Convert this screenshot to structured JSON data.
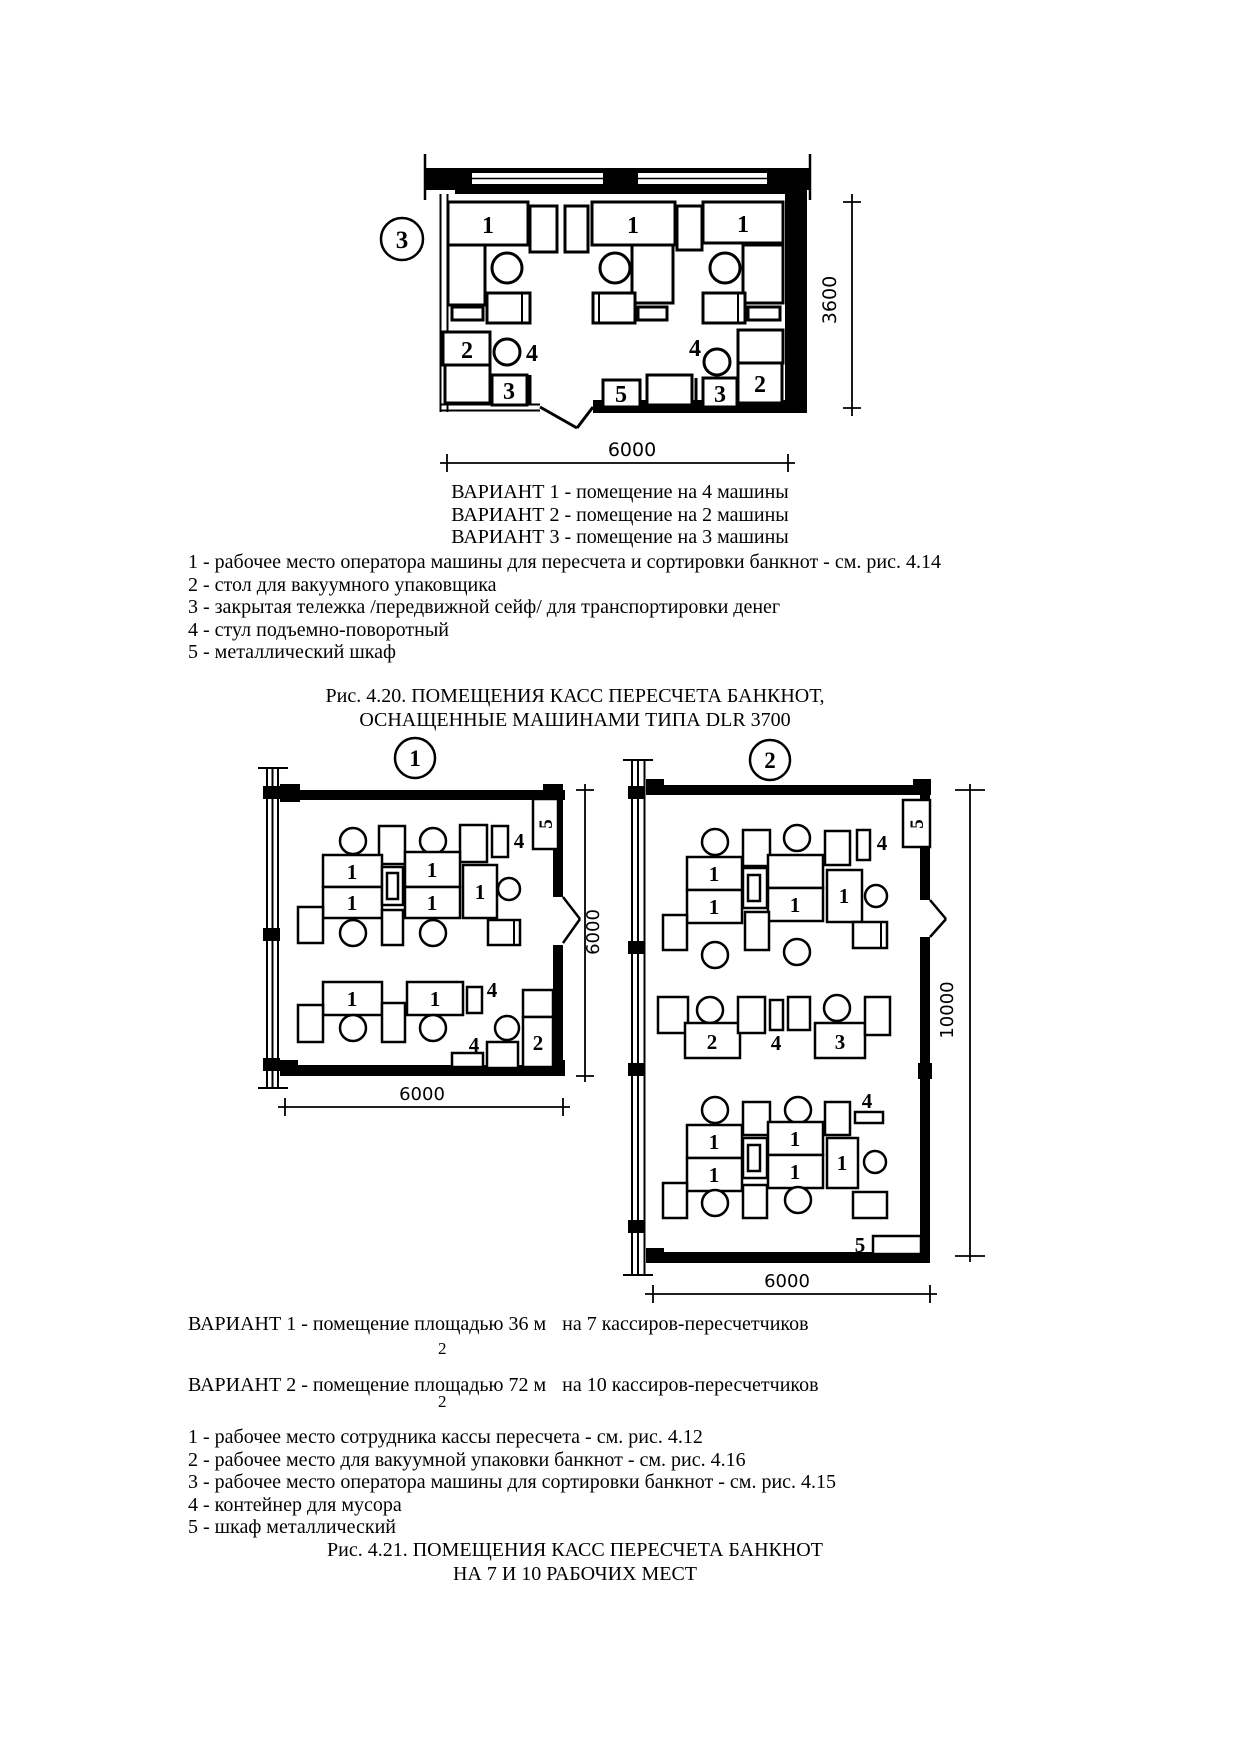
{
  "fig420": {
    "badge": "3",
    "dim_width": "6000",
    "dim_height": "3600",
    "variants": [
      "ВАРИАНТ 1 - помещение на 4 машины",
      "ВАРИАНТ 2 - помещение на 2 машины",
      "ВАРИАНТ 3 -  помещение на 3 машины"
    ],
    "legend": [
      "1 - рабочее место оператора машины для пересчета и сортировки банкнот - см. рис. 4.14",
      "2 - стол для вакуумного упаковщика",
      "3 - закрытая тележка /передвижной сейф/ для транспортировки денег",
      "4 - стул подъемно-поворотный",
      "5 - металлический шкаф"
    ],
    "caption": [
      "Рис. 4.20. ПОМЕЩЕНИЯ КАСС ПЕРЕСЧЕТА БАНКНОТ,",
      "ОСНАЩЕННЫЕ МАШИНАМИ ТИПА DLR 3700"
    ]
  },
  "fig421": {
    "badge1": "1",
    "badge2": "2",
    "plan1_dims": {
      "w": "6000",
      "h": "6000"
    },
    "plan2_dims": {
      "w": "6000",
      "h": "10000"
    },
    "variant1": {
      "prefix": "ВАРИАНТ 1 - помещение площадью 36 м",
      "sup": "2",
      "suffix": "на 7 кассиров-пересчетчиков"
    },
    "variant2": {
      "prefix": "ВАРИАНТ 2 - помещение площадью 72 м",
      "sup": "2",
      "suffix": "на 10 кассиров-пересчетчиков"
    },
    "legend": [
      "1 - рабочее место сотрудника кассы пересчета - см. рис. 4.12",
      "2 - рабочее место для вакуумной упаковки банкнот - см. рис. 4.16",
      "3 - рабочее место оператора машины для сортировки банкнот - см. рис. 4.15",
      "4 - контейнер для мусора",
      "5 - шкаф металлический"
    ],
    "caption": [
      "Рис. 4.21. ПОМЕЩЕНИЯ КАСС ПЕРЕСЧЕТА БАНКНОТ",
      "НА 7 И 10 РАБОЧИХ МЕСТ"
    ]
  },
  "nums": {
    "n1": "1",
    "n2": "2",
    "n3": "3",
    "n4": "4",
    "n5": "5"
  }
}
